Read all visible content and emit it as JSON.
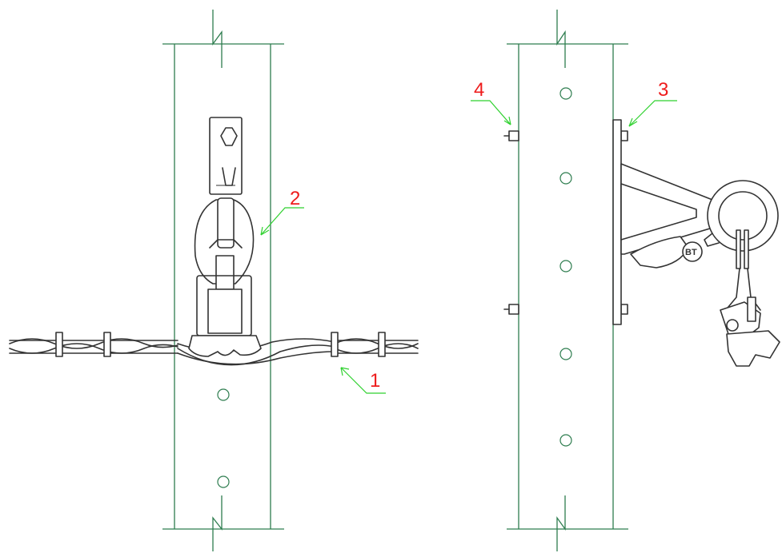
{
  "callouts": [
    {
      "id": "1",
      "label": "1"
    },
    {
      "id": "2",
      "label": "2"
    },
    {
      "id": "3",
      "label": "3"
    },
    {
      "id": "4",
      "label": "4"
    }
  ],
  "bracket_marking": "BT",
  "colors": {
    "pole_outline": "#2e7d4f",
    "callout_text": "#ee1c1c",
    "leader_line": "#2fd12f",
    "hardware": "#333333"
  }
}
